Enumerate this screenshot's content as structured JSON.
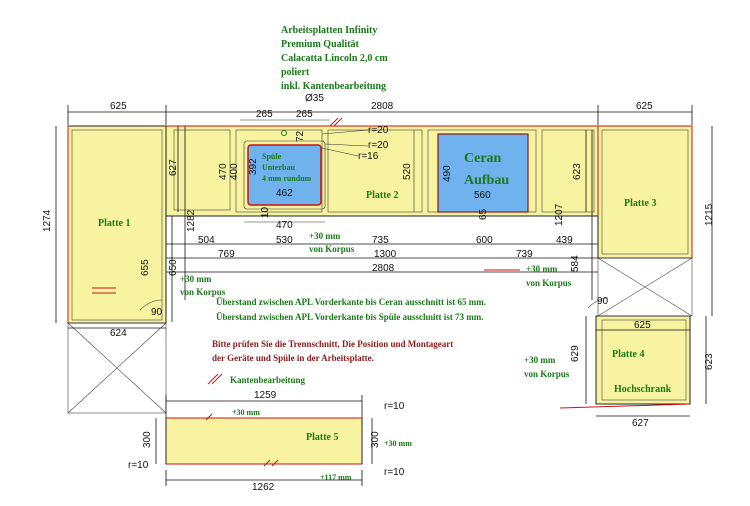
{
  "header": {
    "lines": [
      "Arbeitsplatten Infinity",
      "Premium Qualität",
      "Calacatta Lincoln 2,0 cm",
      "poliert",
      "inkl. Kantenbearbeitung"
    ]
  },
  "colors": {
    "slab_fill": "#f7f3a0",
    "green_text": "#1a7a1a",
    "red_text": "#8b1a1a",
    "cooktop_fill": "#6fb2ee",
    "edge_mark": "#cc1111"
  },
  "plates": {
    "p1": "Platte 1",
    "p2": "Platte 2",
    "p3": "Platte 3",
    "p4": "Platte 4",
    "p4_sub": "Hochschrank",
    "p5": "Platte 5"
  },
  "sink": {
    "l1": "Spüle",
    "l2": "Unterbau",
    "l3": "4 mm rundum"
  },
  "cooktop": {
    "l1": "Ceran",
    "l2": "Aufbau"
  },
  "dims": {
    "top_625_left": "625",
    "top_2808": "2808",
    "top_625_right": "625",
    "d35": "Ø35",
    "d265a": "265",
    "d265b": "265",
    "r20a": "r=20",
    "r20b": "r=20",
    "r16": "r=16",
    "d72": "72",
    "d627": "627",
    "d470v": "470",
    "d400": "400",
    "d392": "392",
    "d462": "462",
    "d10": "10",
    "d470h": "470",
    "d1282": "1282",
    "d1274": "1274",
    "d520": "520",
    "d490": "490",
    "d560": "560",
    "d65": "65",
    "d623top": "623",
    "d1207": "1207",
    "d1215": "1215",
    "d504": "504",
    "d530": "530",
    "d735": "735",
    "d600": "600",
    "d439": "439",
    "d769": "769",
    "d1300": "1300",
    "d739": "739",
    "d2808b": "2808",
    "d655": "655",
    "d650": "650",
    "d584": "584",
    "d90a": "90",
    "d90b": "90",
    "d624": "624",
    "d625": "625",
    "d629": "629",
    "d623r": "623",
    "d627b": "627",
    "d1259": "1259",
    "d300l": "300",
    "d300r": "300",
    "r10a": "r=10",
    "r10b": "r=10",
    "r10c": "r=10",
    "d1262": "1262"
  },
  "notes": {
    "korpus_a": "+30 mm",
    "korpus_a2": "von Korpus",
    "korpus_b": "+30 mm",
    "korpus_b2": "von Korpus",
    "korpus_c": "+30 mm",
    "korpus_c2": "von Korpus",
    "korpus_d": "+30 mm",
    "korpus_d2": "von Korpus",
    "ueber_ceran": "Überstand zwischen APL Vorderkante bis Ceran ausschnitt ist 65 mm.",
    "ueber_spuele": "Überstand zwischen APL Vorderkante bis Spüle ausschnitt ist 73 mm.",
    "check1": "Bitte prüfen Sie die Trennschnitt, Die Position und Montageart",
    "check2": "der Geräte und Spüle in der Arbeitsplatte.",
    "kanten": "Kantenbearbeitung",
    "p5_30a": "+30 mm",
    "p5_30b": "+30 mm",
    "p5_117": "+117 mm"
  }
}
